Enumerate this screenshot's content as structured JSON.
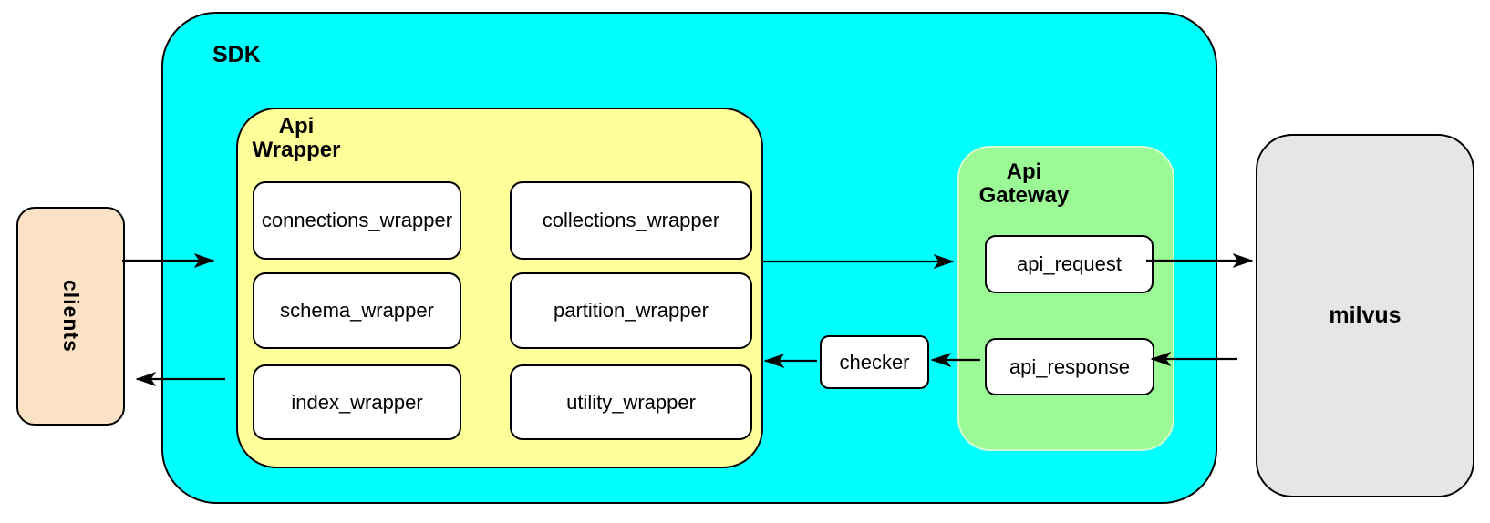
{
  "palette": {
    "sdk_fill": "#00FFFF",
    "api_wrapper_fill": "#FFFF99",
    "api_gateway_fill": "#9BFA95",
    "clients_fill": "#FCE2C4",
    "milvus_fill": "#E6E6E6",
    "inner_node_fill": "#FFFFFF",
    "border_color": "#000000"
  },
  "nodes": {
    "clients": {
      "label": "clients"
    },
    "sdk": {
      "label": "SDK"
    },
    "api_wrapper": {
      "label_line1": "Api",
      "label_line2": "Wrapper"
    },
    "wrappers": [
      {
        "label": "connections_wrapper"
      },
      {
        "label": "collections_wrapper"
      },
      {
        "label": "schema_wrapper"
      },
      {
        "label": "partition_wrapper"
      },
      {
        "label": "index_wrapper"
      },
      {
        "label": "utility_wrapper"
      }
    ],
    "checker": {
      "label": "checker"
    },
    "api_gateway": {
      "label_line1": "Api",
      "label_line2": "Gateway"
    },
    "api_request": {
      "label": "api_request"
    },
    "api_response": {
      "label": "api_response"
    },
    "milvus": {
      "label": "milvus"
    }
  },
  "edges": [
    {
      "from": "clients",
      "to": "sdk"
    },
    {
      "from": "api_wrapper",
      "to": "api_gateway"
    },
    {
      "from": "api_request",
      "to": "milvus"
    },
    {
      "from": "milvus",
      "to": "api_response"
    },
    {
      "from": "api_response",
      "to": "checker"
    },
    {
      "from": "checker",
      "to": "api_wrapper"
    },
    {
      "from": "sdk",
      "to": "clients"
    }
  ]
}
